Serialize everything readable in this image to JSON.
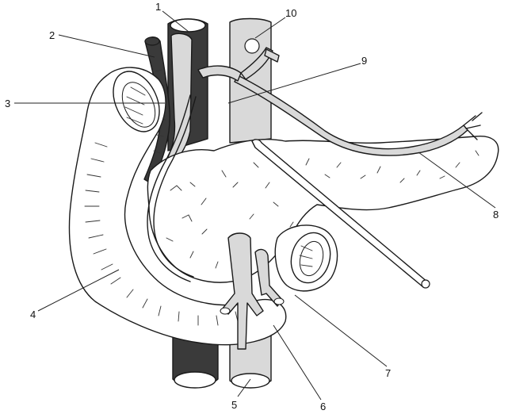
{
  "figure": {
    "background": "#ffffff",
    "colors": {
      "vein_dark": "#3a3a3a",
      "artery_light": "#d9d9d9",
      "organ_fill": "#ffffff",
      "outline": "#1a1a1a"
    },
    "labels": [
      {
        "id": "l1",
        "text": "1"
      },
      {
        "id": "l2",
        "text": "2"
      },
      {
        "id": "l3",
        "text": "3"
      },
      {
        "id": "l4",
        "text": "4"
      },
      {
        "id": "l5",
        "text": "5"
      },
      {
        "id": "l6",
        "text": "6"
      },
      {
        "id": "l7",
        "text": "7"
      },
      {
        "id": "l8",
        "text": "8"
      },
      {
        "id": "l9",
        "text": "9"
      },
      {
        "id": "l10",
        "text": "10"
      }
    ]
  }
}
